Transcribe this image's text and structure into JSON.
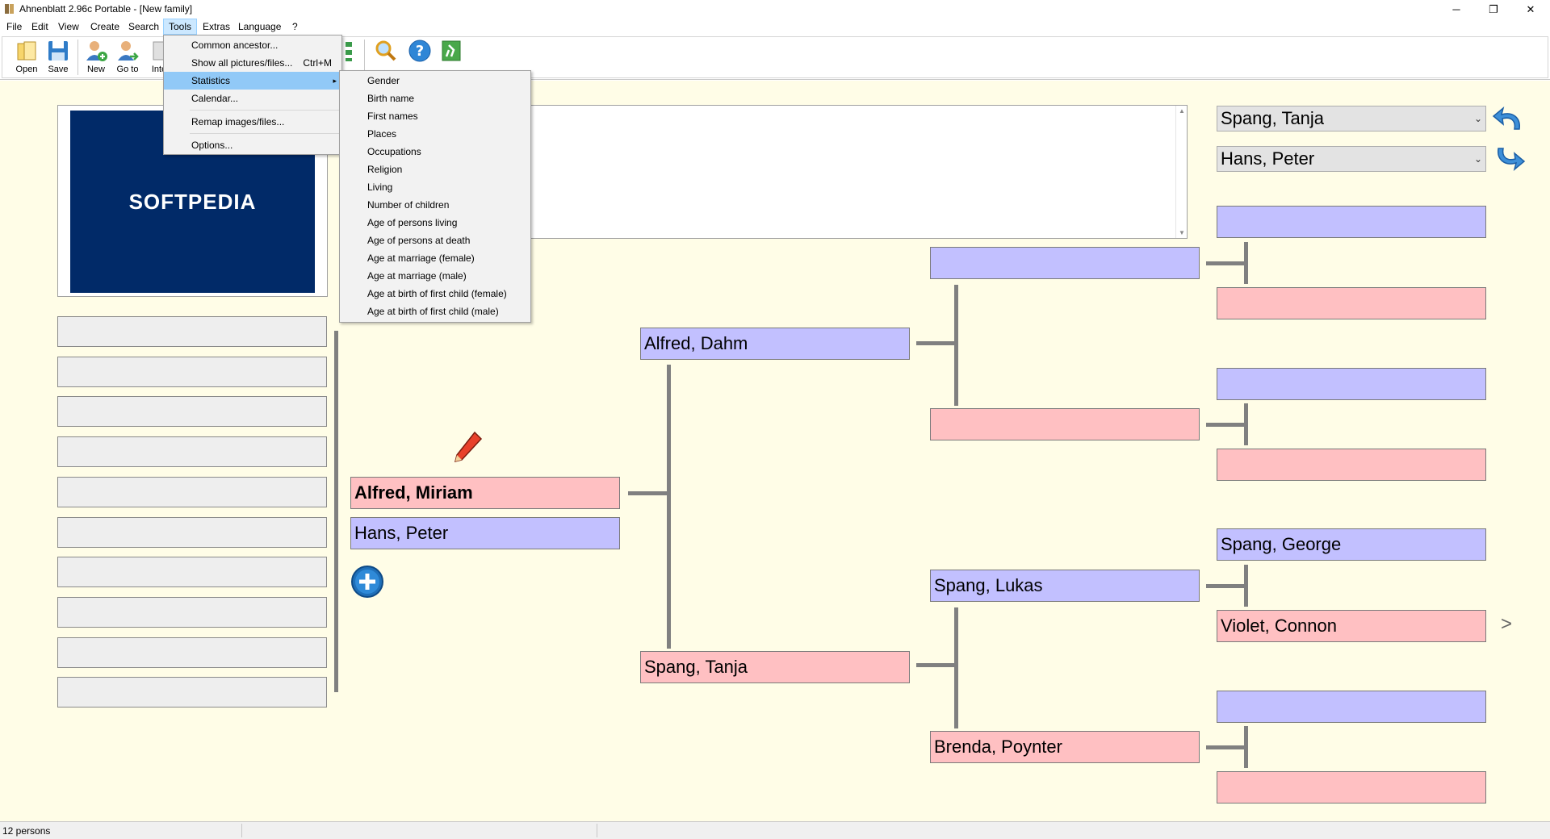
{
  "window": {
    "title": "Ahnenblatt 2.96c Portable - [New family]",
    "minimize": "─",
    "maximize": "❐",
    "close": "✕"
  },
  "menubar": [
    "File",
    "Edit",
    "View",
    "Create",
    "Search",
    "Tools",
    "Extras",
    "Language",
    "?"
  ],
  "toolbar": {
    "open": "Open",
    "save": "Save",
    "new": "New",
    "goto": "Go to",
    "internet": "Inte"
  },
  "tools_menu": {
    "items": [
      {
        "label": "Common ancestor...",
        "shortcut": ""
      },
      {
        "label": "Show all pictures/files...",
        "shortcut": "Ctrl+M"
      },
      {
        "label": "Statistics",
        "shortcut": "",
        "submenu": "▸"
      },
      {
        "label": "Calendar...",
        "shortcut": ""
      },
      {
        "label": "Remap images/files...",
        "shortcut": ""
      },
      {
        "label": "Options...",
        "shortcut": ""
      }
    ]
  },
  "statistics_menu": [
    "Gender",
    "Birth name",
    "First names",
    "Places",
    "Occupations",
    "Religion",
    "Living",
    "Number of children",
    "Age of persons living",
    "Age of persons at death",
    "Age at marriage (female)",
    "Age at marriage (male)",
    "Age at birth of first child (female)",
    "Age at birth of first child (male)"
  ],
  "photo": {
    "logo": "SOFTPEDIA"
  },
  "tree": {
    "proband": "Alfred, Miriam",
    "spouse": "Hans, Peter",
    "father": "Alfred, Dahm",
    "mother": "Spang, Tanja",
    "maternal_grandfather": "Spang, Lukas",
    "maternal_grandmother": "Brenda, Poynter",
    "gg_father_of_lukas": "Spang, George",
    "gg_mother_of_lukas": "Violet, Connon"
  },
  "history": {
    "back": "Spang, Tanja",
    "forward": "Hans, Peter"
  },
  "more_indicator": ">",
  "status": {
    "persons": "12 persons"
  }
}
